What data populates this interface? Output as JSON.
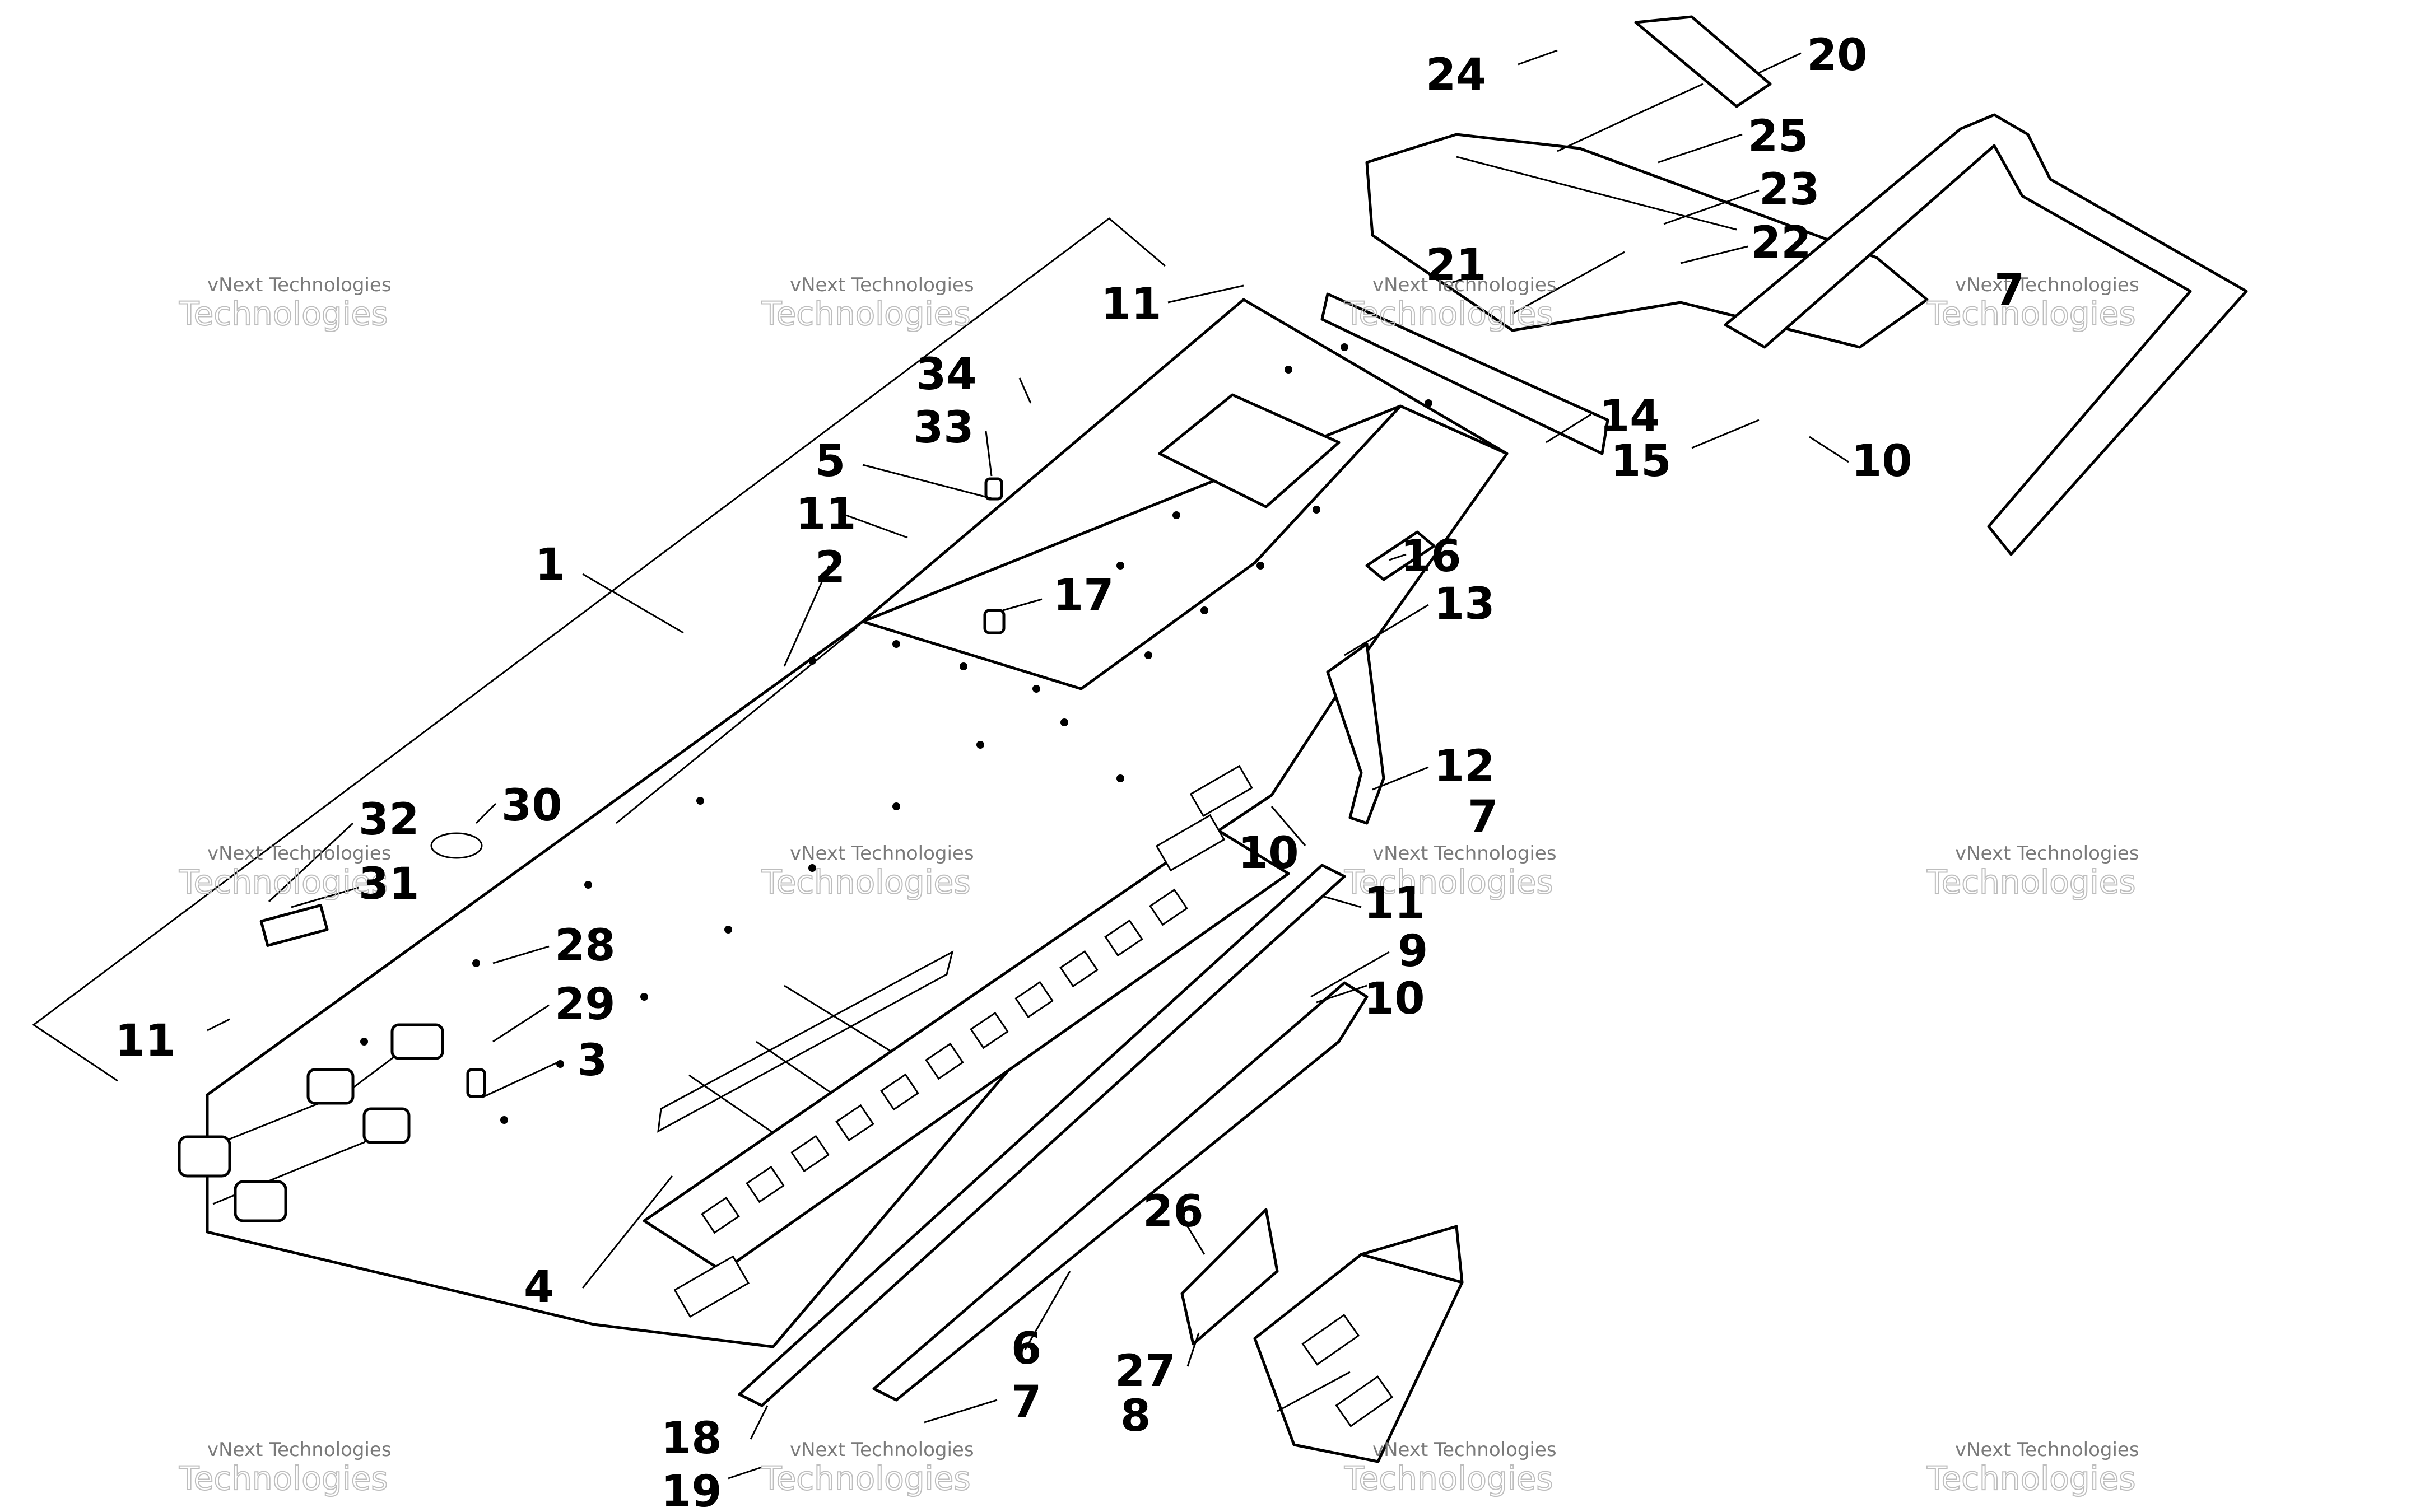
{
  "watermark": {
    "line1": "vNext Technologies",
    "line2": "Technologies"
  },
  "callouts": [
    {
      "id": "c1",
      "text": "1"
    },
    {
      "id": "c2",
      "text": "2"
    },
    {
      "id": "c3",
      "text": "3"
    },
    {
      "id": "c4",
      "text": "4"
    },
    {
      "id": "c5",
      "text": "5"
    },
    {
      "id": "c6",
      "text": "6"
    },
    {
      "id": "c7a",
      "text": "7"
    },
    {
      "id": "c7b",
      "text": "7"
    },
    {
      "id": "c7c",
      "text": "7"
    },
    {
      "id": "c8",
      "text": "8"
    },
    {
      "id": "c9",
      "text": "9"
    },
    {
      "id": "c10a",
      "text": "10"
    },
    {
      "id": "c10b",
      "text": "10"
    },
    {
      "id": "c10c",
      "text": "10"
    },
    {
      "id": "c11a",
      "text": "11"
    },
    {
      "id": "c11b",
      "text": "11"
    },
    {
      "id": "c11c",
      "text": "11"
    },
    {
      "id": "c11d",
      "text": "11"
    },
    {
      "id": "c12",
      "text": "12"
    },
    {
      "id": "c13",
      "text": "13"
    },
    {
      "id": "c14",
      "text": "14"
    },
    {
      "id": "c15",
      "text": "15"
    },
    {
      "id": "c16",
      "text": "16"
    },
    {
      "id": "c17",
      "text": "17"
    },
    {
      "id": "c18",
      "text": "18"
    },
    {
      "id": "c19",
      "text": "19"
    },
    {
      "id": "c20",
      "text": "20"
    },
    {
      "id": "c21",
      "text": "21"
    },
    {
      "id": "c22",
      "text": "22"
    },
    {
      "id": "c23",
      "text": "23"
    },
    {
      "id": "c24",
      "text": "24"
    },
    {
      "id": "c25",
      "text": "25"
    },
    {
      "id": "c26",
      "text": "26"
    },
    {
      "id": "c27",
      "text": "27"
    },
    {
      "id": "c28",
      "text": "28"
    },
    {
      "id": "c29",
      "text": "29"
    },
    {
      "id": "c30",
      "text": "30"
    },
    {
      "id": "c31",
      "text": "31"
    },
    {
      "id": "c32",
      "text": "32"
    },
    {
      "id": "c33",
      "text": "33"
    },
    {
      "id": "c34",
      "text": "34"
    }
  ]
}
